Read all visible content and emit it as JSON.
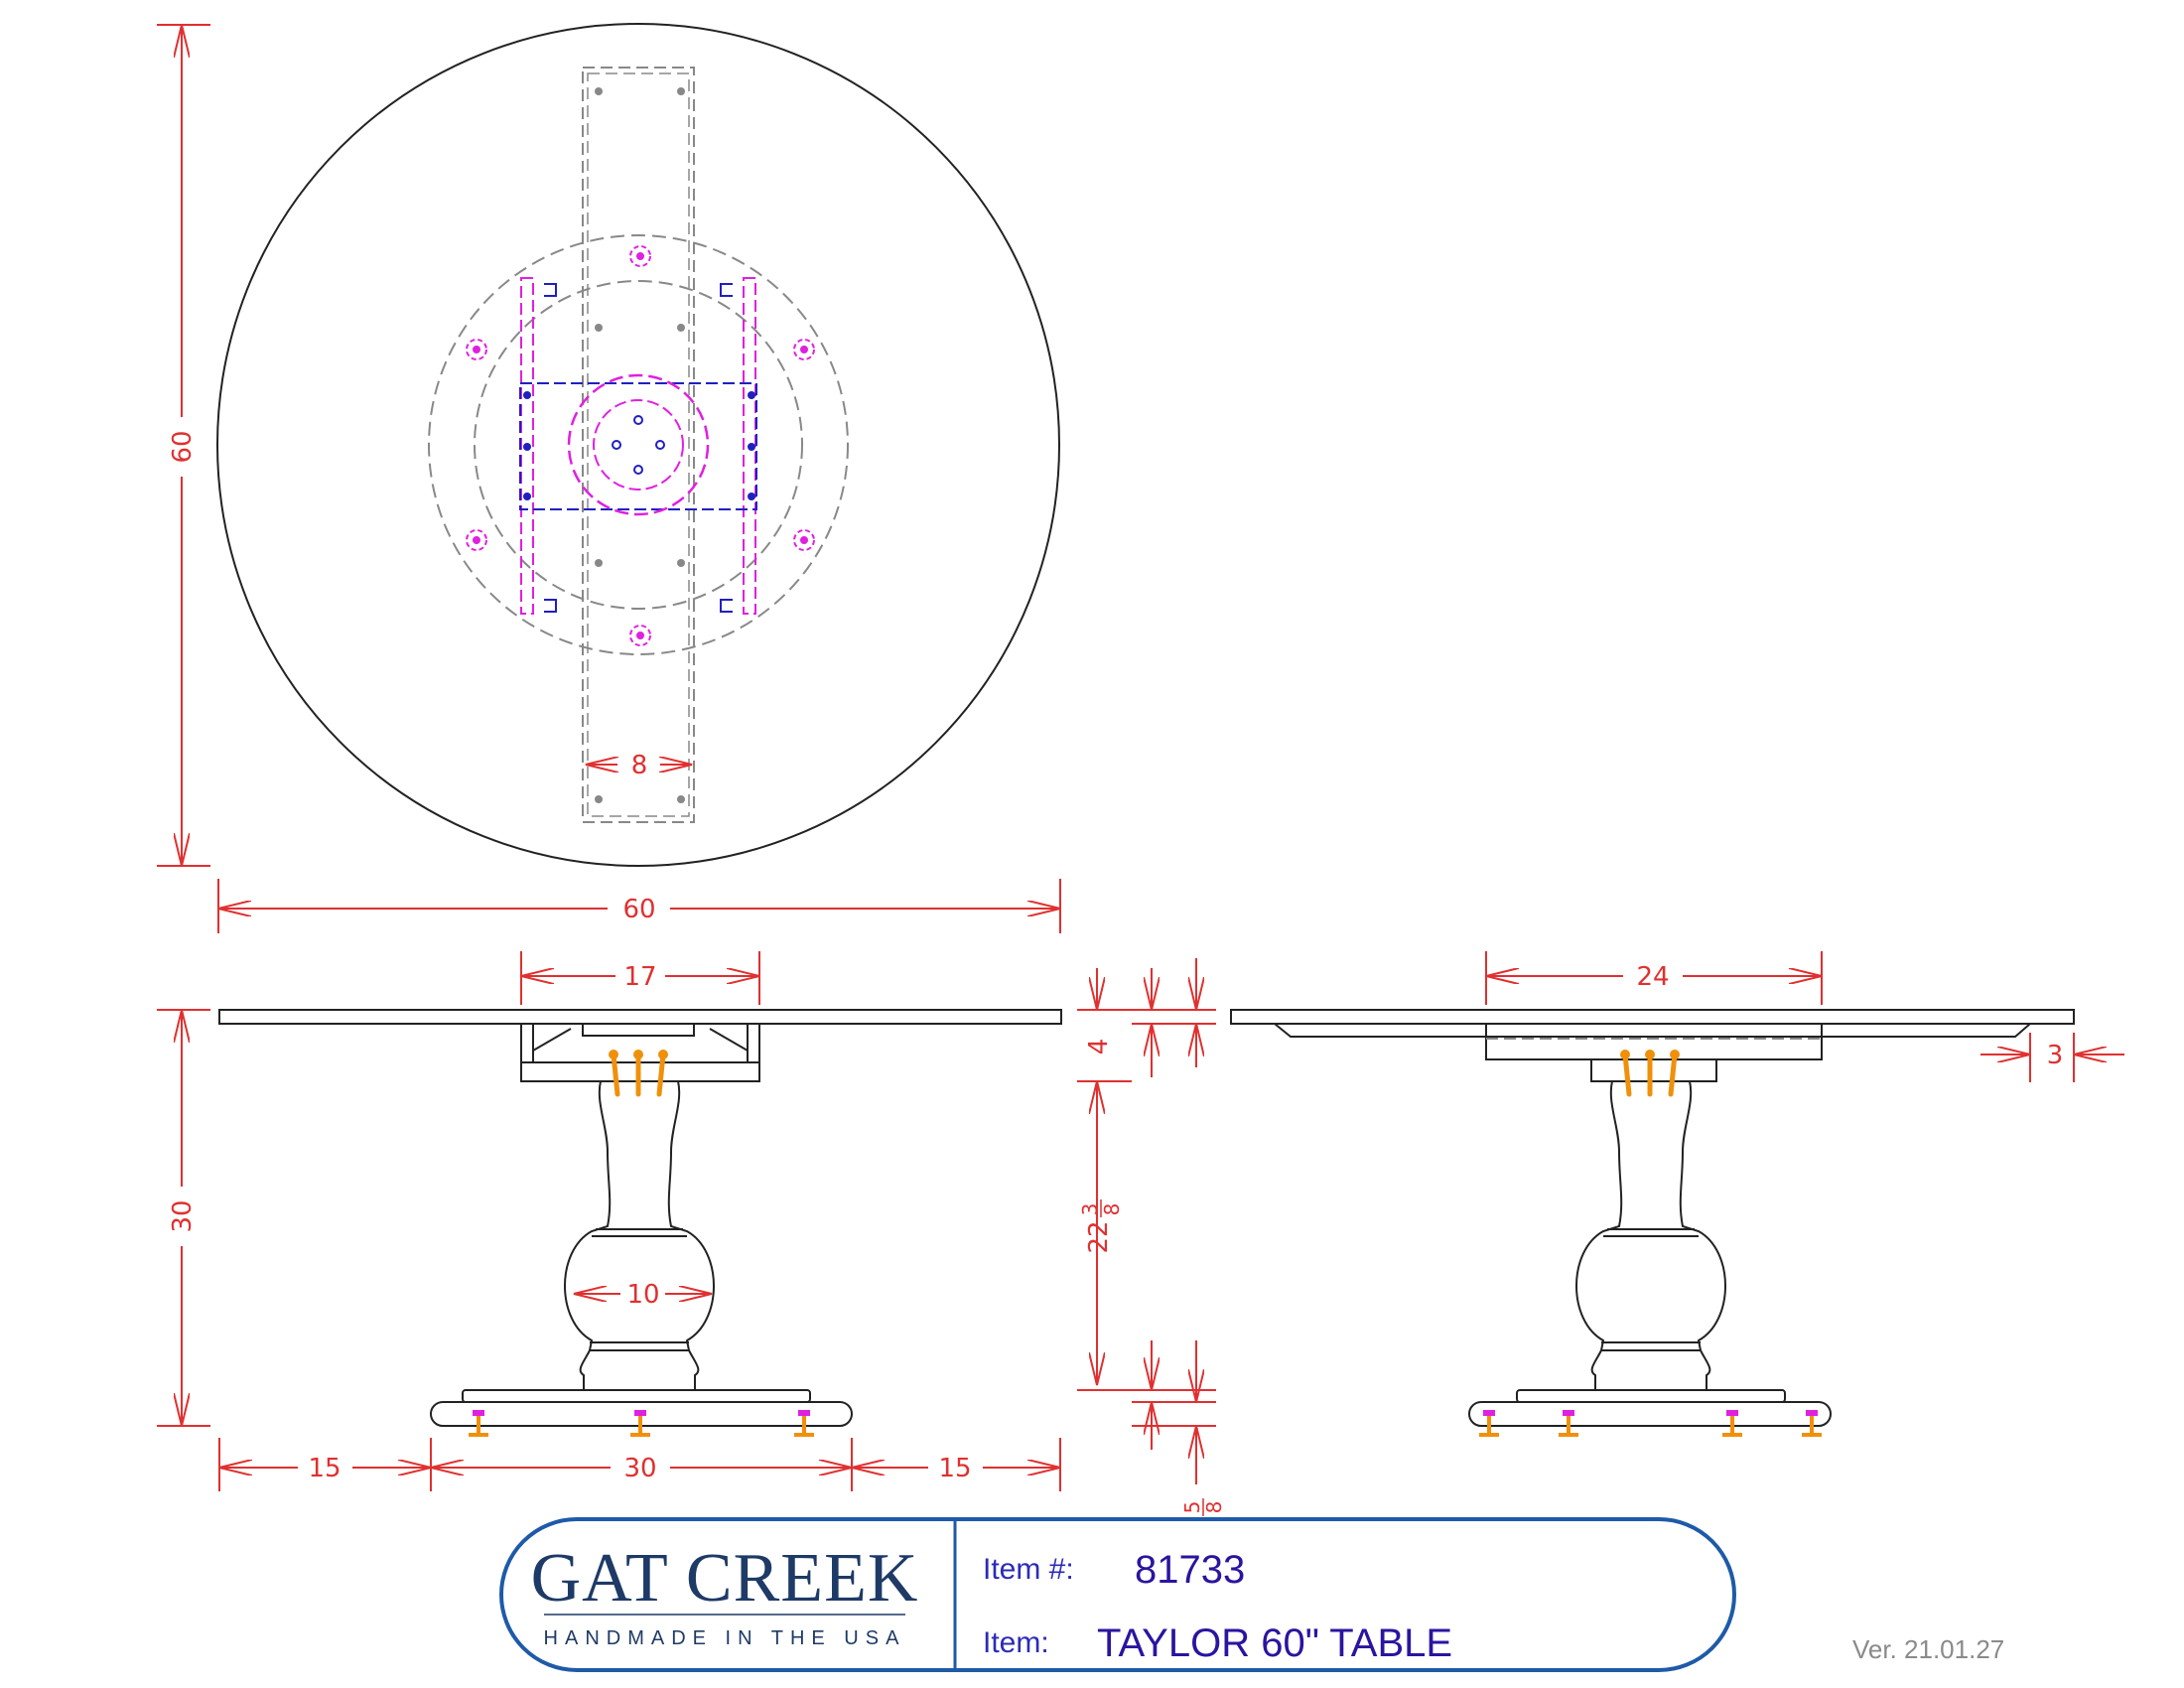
{
  "dimensions": {
    "top_height": "60",
    "top_width": "60",
    "apron_width": "8",
    "cleat_span": "17",
    "table_height": "30",
    "column_diameter": "10",
    "base_left_overhang": "15",
    "base_width": "30",
    "base_right_overhang": "15",
    "apron_height": "4",
    "column_height_whole": "22",
    "column_height_num": "3",
    "column_height_den": "8",
    "foot_height_num": "5",
    "foot_height_den": "8",
    "side_cleat_span": "24",
    "top_overhang": "3"
  },
  "title_block": {
    "logo_main": "GAT CREEK",
    "logo_sub": "HANDMADE IN THE USA",
    "item_number_label": "Item #:",
    "item_number": "81733",
    "item_label": "Item:",
    "item_name": "TAYLOR 60\" TABLE"
  },
  "version": "Ver. 21.01.27",
  "colors": {
    "dimension": "#e03030",
    "outline": "#222222",
    "hidden": "#888888",
    "magenta": "#e020e0",
    "blue": "#2020c0",
    "hardware": "#f0900a",
    "title_border": "#1e5aa8"
  }
}
